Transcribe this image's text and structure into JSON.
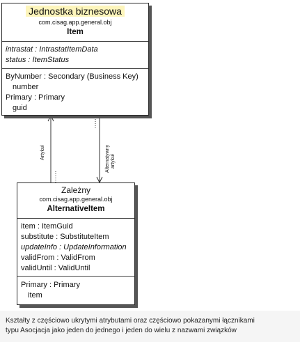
{
  "item_class": {
    "stereotype": "Jednostka biznesowa",
    "package": "com.cisag.app.general.obj",
    "name": "Item",
    "attributes": [
      "intrastat : IntrastatItemData",
      "status : ItemStatus"
    ],
    "keys": [
      {
        "label": "ByNumber : Secondary (Business Key)",
        "field": "number"
      },
      {
        "label": "Primary : Primary",
        "field": "guid"
      }
    ]
  },
  "alt_class": {
    "stereotype": "Zależny",
    "package": "com.cisag.app.general.obj",
    "name": "AlternativeItem",
    "attributes": [
      "item : ItemGuid",
      "substitute : SubstituteItem",
      "updateInfo : UpdateInformation",
      "validFrom : ValidFrom",
      "validUntil : ValidUntil"
    ],
    "keys": [
      {
        "label": "Primary : Primary",
        "field": "item"
      }
    ]
  },
  "links": {
    "left_role": "Artykuł",
    "right_role_line1": "Alternatywny",
    "right_role_line2": "artykuł"
  },
  "caption": {
    "line1": "Kształty z częściowo ukrytymi atrybutami oraz częściowo pokazanymi łącznikami",
    "line2": "typu Asocjacja jako jeden do jednego i jeden do wielu z nazwami związków"
  }
}
